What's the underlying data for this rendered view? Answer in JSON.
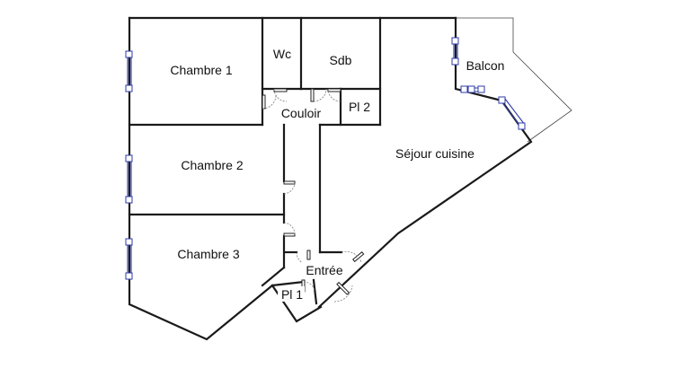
{
  "rooms": {
    "chambre1": "Chambre 1",
    "chambre2": "Chambre 2",
    "chambre3": "Chambre 3",
    "wc": "Wc",
    "sdb": "Sdb",
    "couloir": "Couloir",
    "pl2": "Pl 2",
    "sejour": "Séjour cuisine",
    "balcon": "Balcon",
    "entree": "Entrée",
    "pl1": "Pl 1"
  },
  "colors": {
    "wall": "#1a1a1a",
    "window": "#2d3aa8",
    "background": "#ffffff"
  }
}
